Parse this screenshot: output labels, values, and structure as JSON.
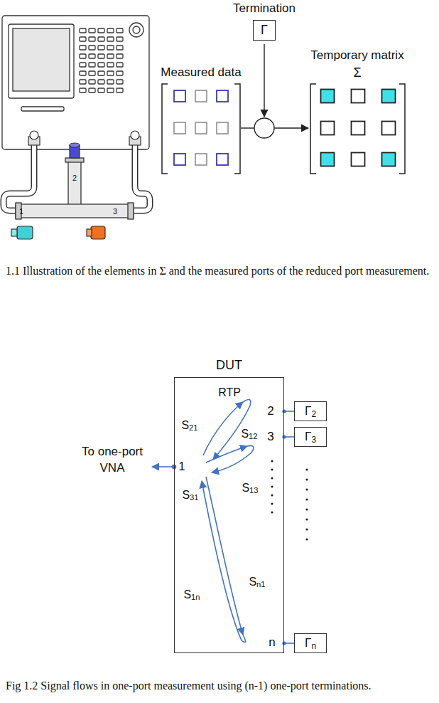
{
  "diagram": {
    "nodes": [
      {
        "text": [
          "Termination",
          "Γ"
        ]
      },
      {
        "text": [
          "DUT"
        ]
      },
      {
        "text": [
          "Γ2"
        ]
      },
      {
        "text": [
          "Γ3"
        ]
      },
      {
        "text": [
          "Γn"
        ]
      }
    ],
    "edges": [
      {
        "from": 1,
        "to": 2,
        "arrow": "none"
      },
      {
        "from": 1,
        "to": 3,
        "arrow": "none"
      },
      {
        "from": 1,
        "to": 4,
        "arrow": "none"
      }
    ],
    "labels": [
      "1",
      "2",
      "3",
      "Measured data",
      "Temporary matrix",
      "Σ",
      "1.1 Illustration of the elements in Σ and the measured ports of the reduced port measurement.",
      "RTP",
      "2",
      "3",
      "n",
      "1",
      "S21",
      "S12",
      "S31",
      "S13",
      "S1n",
      "Sn1",
      "To one-port VNA",
      "Fig 1.2 Signal flows in one-port measurement using (n-1) one-port terminations."
    ]
  }
}
